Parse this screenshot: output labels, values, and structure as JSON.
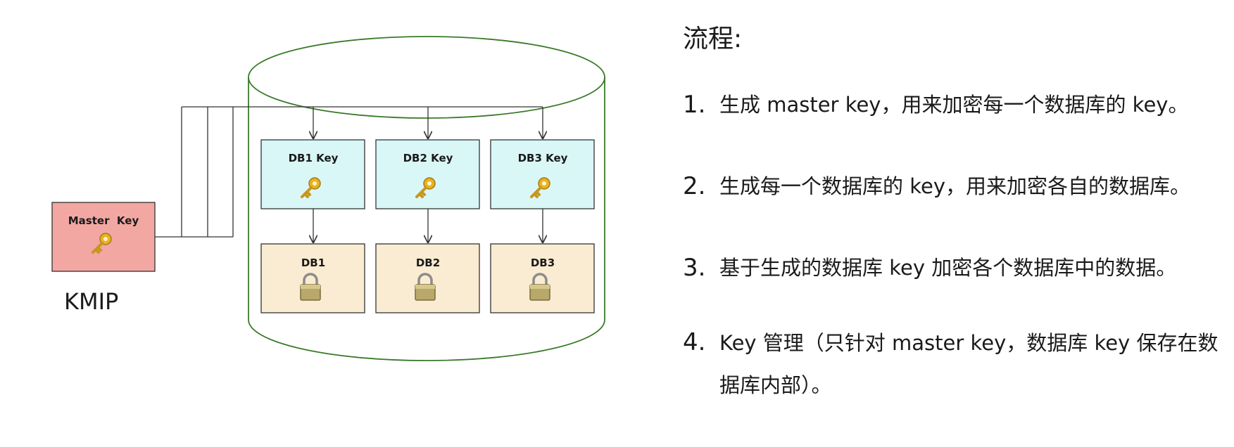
{
  "diagram": {
    "master_key_label": "Master  Key",
    "kmip_label": "KMIP",
    "db_keys": [
      "DB1 Key",
      "DB2 Key",
      "DB3 Key"
    ],
    "dbs": [
      "DB1",
      "DB2",
      "DB3"
    ],
    "colors": {
      "master_key_fill": "#f2a7a3",
      "db_key_fill": "#d9f7f6",
      "db_fill": "#faecd2",
      "cylinder_stroke": "#3a7a2a",
      "key_icon": "#d9a21b",
      "lock_icon": "#9a8a5a"
    },
    "icons": {
      "key": "key-icon",
      "lock": "lock-icon"
    }
  },
  "flow": {
    "title": "流程:",
    "steps": [
      {
        "num": "1.",
        "text": "生成 master key，用来加密每一个数据库的 key。"
      },
      {
        "num": "2.",
        "text": "生成每一个数据库的 key，用来加密各自的数据库。"
      },
      {
        "num": "3.",
        "text": "基于生成的数据库 key 加密各个数据库中的数据。"
      },
      {
        "num": "4.",
        "text": "Key 管理（只针对 master key，数据库 key 保存在数据库内部）。"
      }
    ]
  }
}
